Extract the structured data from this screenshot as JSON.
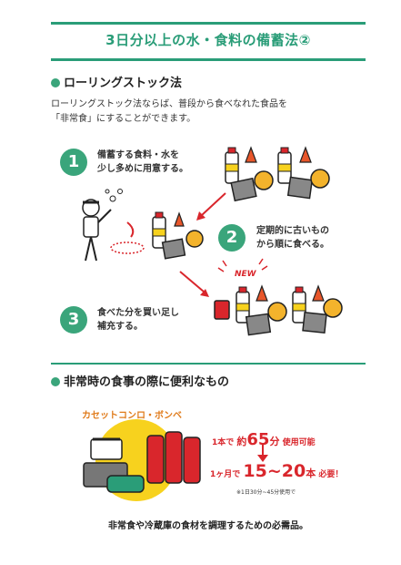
{
  "title": "3日分以上の水・食料の備蓄法②",
  "section1": {
    "heading": "ローリングストック法",
    "intro_line1": "ローリングストック法ならば、普段から食べなれた食品を",
    "intro_line2": "「非常食」にすることができます。",
    "steps": [
      {
        "number": "1",
        "line1": "備蓄する食料・水を",
        "line2": "少し多めに用意する。"
      },
      {
        "number": "2",
        "line1": "定期的に古いもの",
        "line2": "から順に食べる。"
      },
      {
        "number": "3",
        "line1": "食べた分を買い足し",
        "line2": "補充する。"
      }
    ],
    "new_label": "NEW"
  },
  "section2": {
    "heading": "非常時の食事の際に便利なもの",
    "item_label": "カセットコンロ・ボンベ",
    "usage_prefix": "1本で",
    "usage_approx": "約",
    "usage_minutes": "65",
    "usage_unit": "分",
    "usage_suffix": "使用可能",
    "month_prefix": "1ヶ月で",
    "month_range": "15~20",
    "month_unit": "本",
    "month_suffix": "必要！",
    "note": "※1日30分~45分使用で",
    "footer": "非常食や冷蔵庫の食材を調理するための必需品。"
  },
  "colors": {
    "accent_green": "#2a9d78",
    "step_green": "#3aa57b",
    "red": "#d9262c",
    "orange": "#e07b1b",
    "yellow": "#f7d21e"
  }
}
